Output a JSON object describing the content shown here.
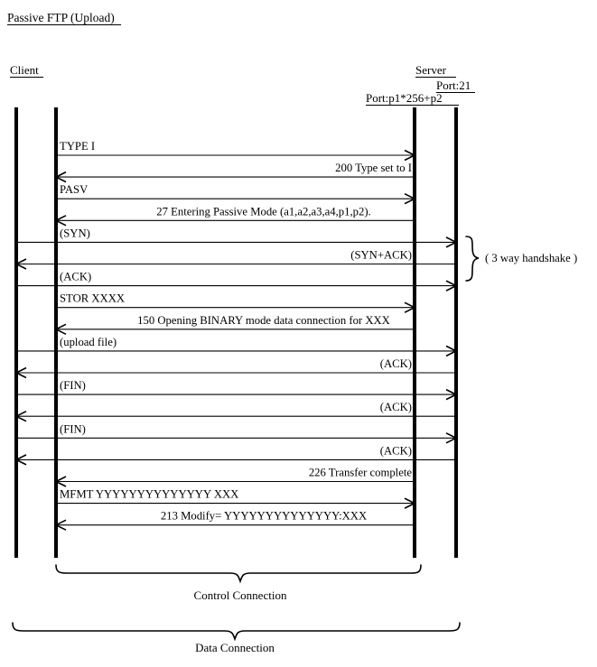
{
  "title": "Passive FTP (Upload)",
  "actors": {
    "client": {
      "label": "Client"
    },
    "server": {
      "label": "Server",
      "port_control": "Port:21",
      "port_data": "Port:p1*256+p2"
    }
  },
  "annotations": {
    "handshake": "( 3 way handshake )",
    "control_connection": "Control Connection",
    "data_connection": "Data Connection"
  },
  "messages": [
    {
      "text": "TYPE I",
      "dir": "right",
      "channel": "control",
      "align": "left"
    },
    {
      "text": "200 Type set to I",
      "dir": "left",
      "channel": "control",
      "align": "right"
    },
    {
      "text": "PASV",
      "dir": "right",
      "channel": "control",
      "align": "left"
    },
    {
      "text": "27 Entering Passive Mode (a1,a2,a3,a4,p1,p2).",
      "dir": "left",
      "channel": "control",
      "align": "center"
    },
    {
      "text": "(SYN)",
      "dir": "right",
      "channel": "data",
      "align": "left"
    },
    {
      "text": "(SYN+ACK)",
      "dir": "left",
      "channel": "data",
      "align": "right"
    },
    {
      "text": "(ACK)",
      "dir": "right",
      "channel": "data",
      "align": "left"
    },
    {
      "text": "STOR XXXX",
      "dir": "right",
      "channel": "control",
      "align": "left"
    },
    {
      "text": "150 Opening BINARY mode data connection for XXX",
      "dir": "left",
      "channel": "control",
      "align": "center"
    },
    {
      "text": "(upload file)",
      "dir": "right",
      "channel": "data",
      "align": "left"
    },
    {
      "text": "(ACK)",
      "dir": "left",
      "channel": "data",
      "align": "right"
    },
    {
      "text": "(FIN)",
      "dir": "right",
      "channel": "data",
      "align": "left"
    },
    {
      "text": "(ACK)",
      "dir": "left",
      "channel": "data",
      "align": "right"
    },
    {
      "text": "(FIN)",
      "dir": "right",
      "channel": "data",
      "align": "left"
    },
    {
      "text": "(ACK)",
      "dir": "left",
      "channel": "data",
      "align": "right"
    },
    {
      "text": "226 Transfer complete",
      "dir": "left",
      "channel": "control",
      "align": "right"
    },
    {
      "text": "MFMT YYYYYYYYYYYYYY XXX",
      "dir": "right",
      "channel": "control",
      "align": "left"
    },
    {
      "text": "213 Modify= YYYYYYYYYYYYYY:XXX",
      "dir": "left",
      "channel": "control",
      "align": "center"
    }
  ],
  "colors": {
    "ink": "#000000",
    "background": "#ffffff"
  }
}
